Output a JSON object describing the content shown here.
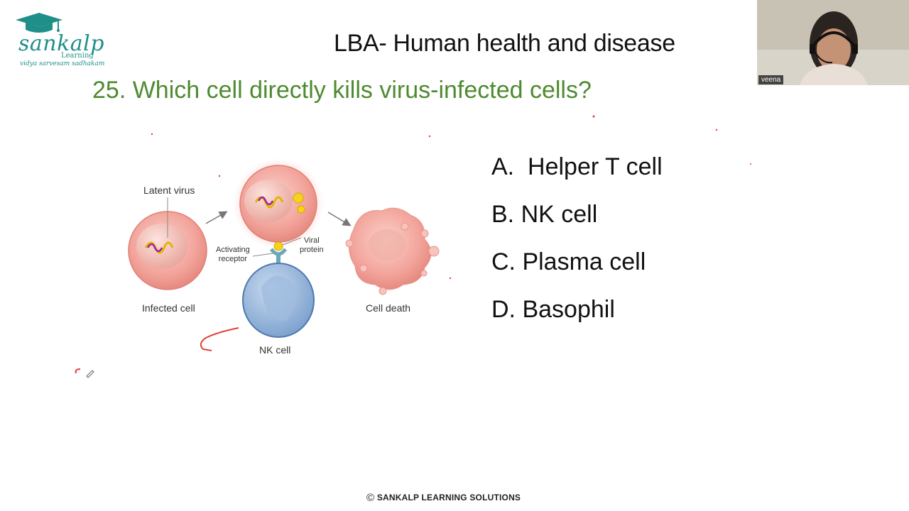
{
  "brand": {
    "logo_word": "sankalp",
    "logo_sub": "Learning",
    "logo_tagline": "vidya sarvesam sadhakam",
    "brand_color": "#1f8f8a"
  },
  "slide": {
    "header_title": "LBA- Human health and disease",
    "question": "25. Which cell directly kills virus-infected cells?",
    "question_color": "#4e8a2f",
    "options": [
      "A.  Helper T cell",
      "B. NK cell",
      "C. Plasma cell",
      "D. Basophil"
    ]
  },
  "diagram": {
    "labels": {
      "latent_virus": "Latent virus",
      "infected_cell": "Infected cell",
      "activating_receptor": "Activating\nreceptor",
      "viral_protein": "Viral\nprotein",
      "nk_cell": "NK cell",
      "cell_death": "Cell death"
    }
  },
  "webcam": {
    "participant_name": "veena"
  },
  "footer": {
    "copyright_symbol": "©",
    "text": "SANKALP LEARNING SOLUTIONS"
  }
}
